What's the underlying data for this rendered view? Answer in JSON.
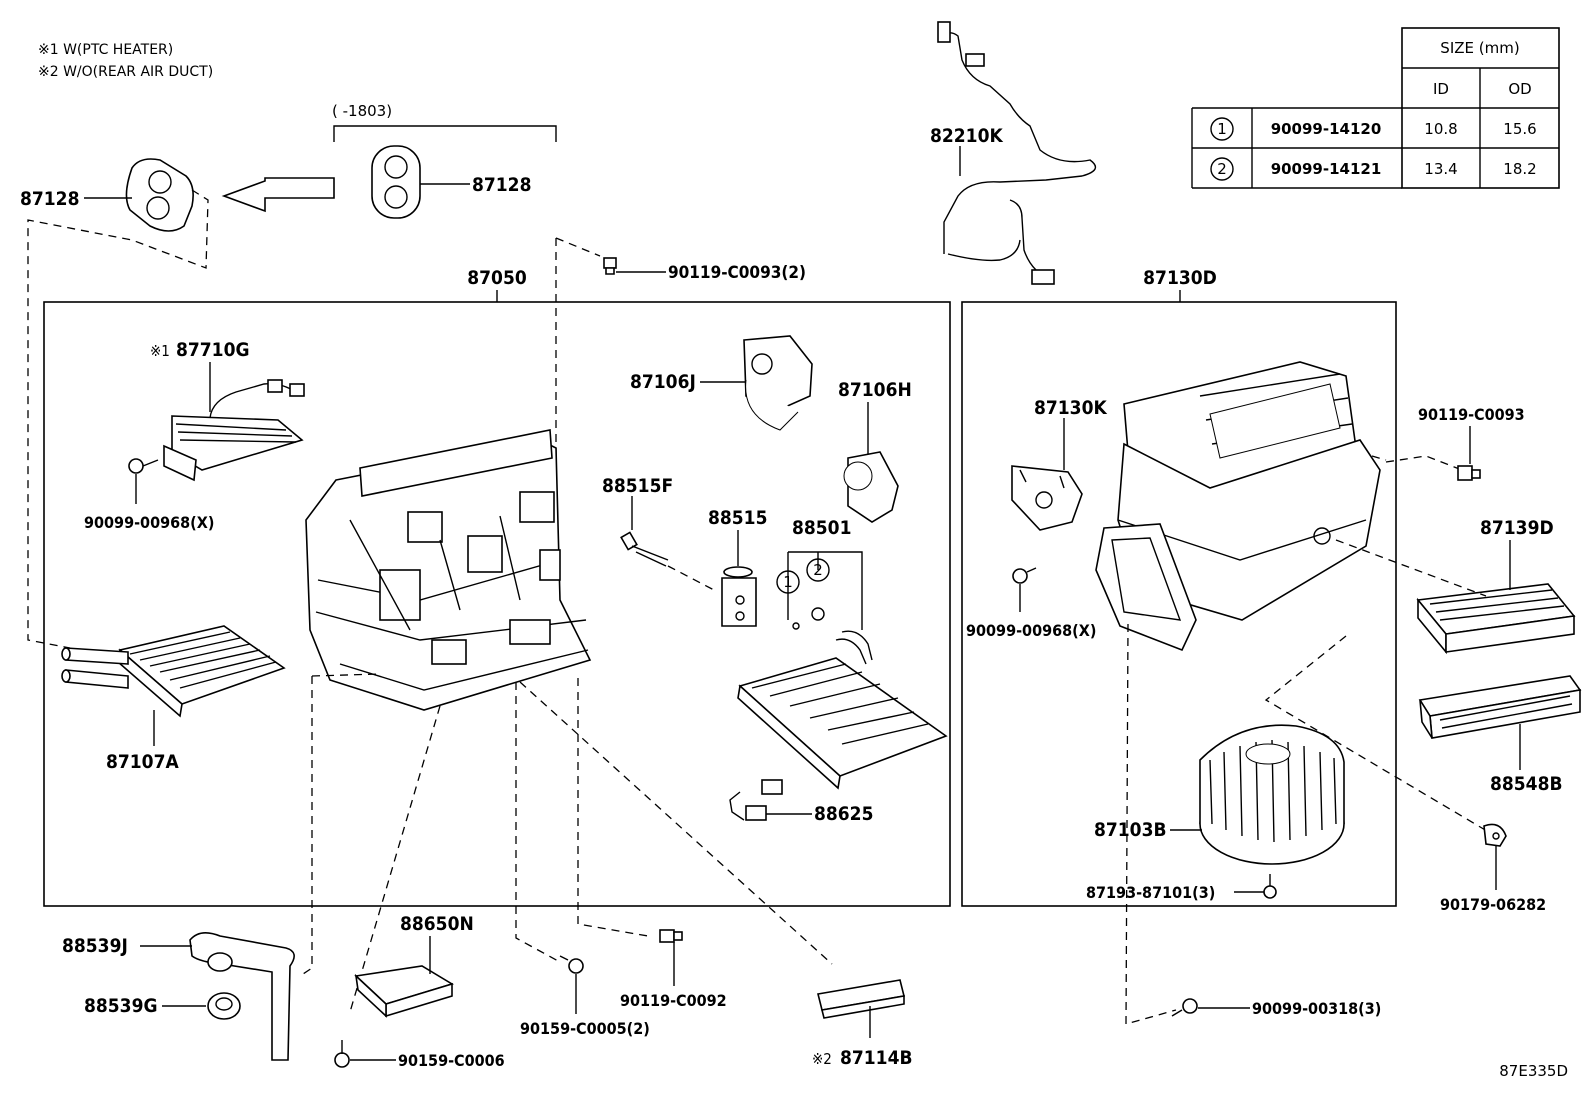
{
  "notes": {
    "note1": "※1 W(PTC HEATER)",
    "note2": "※2 W/O(REAR AIR DUCT)"
  },
  "date_range": "(     -1803)",
  "size_table": {
    "size_header": "SIZE (mm)",
    "col_id": "ID",
    "col_od": "OD",
    "rows": [
      {
        "mark": "1",
        "part": "90099-14120",
        "id": "10.8",
        "od": "15.6"
      },
      {
        "mark": "2",
        "part": "90099-14121",
        "id": "13.4",
        "od": "18.2"
      }
    ]
  },
  "labels": {
    "p87128_left": "87128",
    "p87128_right": "87128",
    "p82210K": "82210K",
    "p90119_C0093_2": "90119-C0093(2)",
    "p87050": "87050",
    "p87130D": "87130D",
    "p87710G_prefix": "※1",
    "p87710G": "87710G",
    "p90099_00968X_left": "90099-00968(X)",
    "p87106J": "87106J",
    "p87106H": "87106H",
    "p88515F": "88515F",
    "p88515": "88515",
    "p88501": "88501",
    "p87107A": "87107A",
    "p88625": "88625",
    "p87130K": "87130K",
    "p90099_00968X_right": "90099-00968(X)",
    "p90119_C0093": "90119-C0093",
    "p87139D": "87139D",
    "p88548B": "88548B",
    "p87103B": "87103B",
    "p87193_87101": "87193-87101(3)",
    "p90179_06282": "90179-06282",
    "p88539J": "88539J",
    "p88539G": "88539G",
    "p88650N": "88650N",
    "p90159_C0006": "90159-C0006",
    "p90159_C0005": "90159-C0005(2)",
    "p90119_C0092": "90119-C0092",
    "p87114B_prefix": "※2",
    "p87114B": "87114B",
    "p90099_00318": "90099-00318(3)",
    "circle1": "1",
    "circle2": "2"
  },
  "diagram_code": "87E335D"
}
